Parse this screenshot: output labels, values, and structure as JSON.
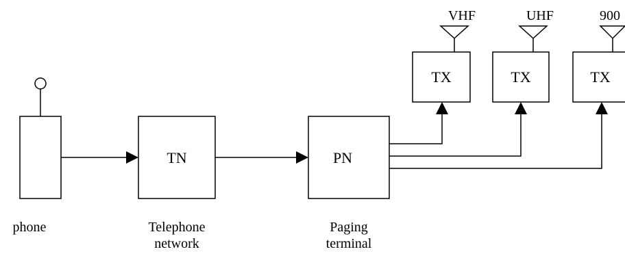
{
  "diagram": {
    "phone": {
      "caption": "phone"
    },
    "telephone_network": {
      "box_label": "TN",
      "caption_line1": "Telephone",
      "caption_line2": "network"
    },
    "paging_terminal": {
      "box_label": "PN",
      "caption_line1": "Paging",
      "caption_line2": "terminal"
    },
    "transmitters": [
      {
        "box_label": "TX",
        "band": "VHF"
      },
      {
        "box_label": "TX",
        "band": "UHF"
      },
      {
        "box_label": "TX",
        "band": "900"
      }
    ]
  }
}
